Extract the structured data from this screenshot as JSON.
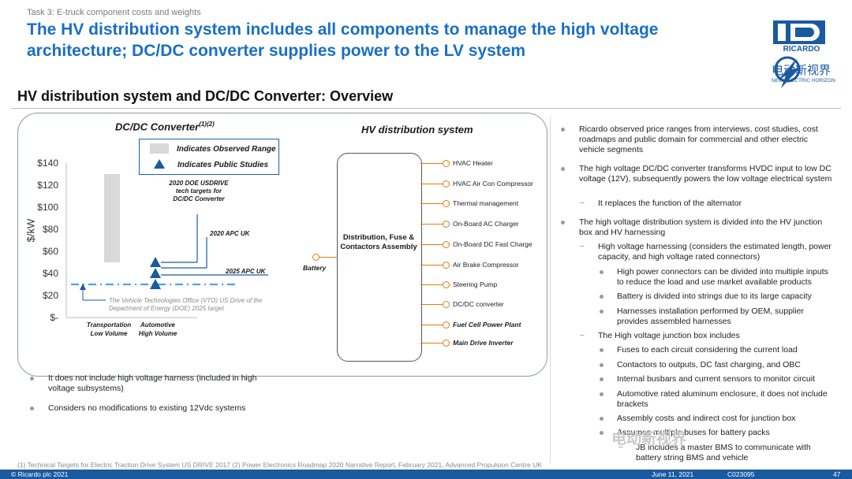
{
  "header": {
    "task": "Task 3: E-truck component costs and weights",
    "title": "The HV distribution system includes all components to manage the high voltage architecture; DC/DC converter supplies power to the LV system"
  },
  "logo": {
    "brand": "RICARDO",
    "chinese": "电动新视界",
    "sub": "NEW ELECTRIC HORIZON"
  },
  "section_title": "HV distribution system and DC/DC Converter: Overview",
  "dcdc": {
    "title": "DC/DC Converter",
    "title_sup": "(1)(2)",
    "legend_range": "Indicates Observed Range",
    "legend_studies": "Indicates Public Studies",
    "y_axis_label": "$/kW",
    "ann_doe": "2020 DOE USDRIVE tech targets for DC/DC Converter",
    "ann_apc2020": "2020 APC UK",
    "ann_apc2025": "2025 APC UK",
    "vto_note": "The Vehicle Technologies Office (VTO) US Drive of the Department of Energy (DOE) 2025 target",
    "notes": [
      "It does not include high voltage harness (included in high voltage subsystems)",
      "Considers no modifications to existing 12Vdc systems"
    ]
  },
  "chart_data": {
    "type": "scatter",
    "categories": [
      "Transportation Low Volume",
      "Automotive High Volume"
    ],
    "ylabel": "$/kW",
    "yticks": [
      "$140",
      "$120",
      "$100",
      "$80",
      "$60",
      "$40",
      "$20",
      "$-"
    ],
    "ylim": [
      0,
      140
    ],
    "observed_range": {
      "category": "Transportation Low Volume",
      "low": 50,
      "high": 130
    },
    "public_studies": [
      {
        "label": "2020 DOE USDRIVE tech targets for DC/DC Converter",
        "value": 50
      },
      {
        "label": "2020 APC UK",
        "value": 40
      },
      {
        "label": "2025 APC UK",
        "value": 30
      }
    ],
    "reference_line": {
      "label": "The Vehicle Technologies Office (VTO) US Drive of the Department of Energy (DOE) 2025 target",
      "value": 30,
      "color": "#4fa3e0"
    },
    "colors": {
      "range": "#d9d9d9",
      "marker": "#1a5aa0"
    }
  },
  "hv": {
    "title": "HV distribution system",
    "box_label": "Distribution, Fuse & Contactors Assembly",
    "battery": "Battery",
    "branches": [
      "HVAC Heater",
      "HVAC Air Con Compressor",
      "Thermal management",
      "On-Board AC Charger",
      "On-Board DC Fast Charge",
      "Air Brake Compressor",
      "Steering Pump",
      "DC/DC converter",
      "Fuel Cell Power Plant",
      "Main Drive Inverter"
    ],
    "line_color": "#e07d10"
  },
  "right": {
    "b1": "Ricardo observed price ranges from interviews, cost studies, cost roadmaps and public domain for commercial and other electric vehicle segments",
    "b2": "The high voltage DC/DC converter transforms HVDC input to low DC voltage (12V), subsequently powers the low voltage electrical system",
    "b2_sub": "It replaces the function of the alternator",
    "b3": "The high voltage distribution system is divided into the HV junction box and HV harnessing",
    "b3_sub1": "High voltage harnessing (considers the estimated length, power capacity, and high voltage rated connectors)",
    "b3_sub1_items": [
      "High power connectors can be divided into multiple inputs to reduce the load and use market available products",
      "Battery is divided into strings due to its large capacity",
      "Harnesses installation performed by OEM, supplier provides assembled harnesses"
    ],
    "b3_sub2": "The High voltage junction box includes",
    "b3_sub2_items": [
      "Fuses to each circuit considering the current load",
      "Contactors to outputs, DC fast charging, and OBC",
      "Internal busbars and current sensors to monitor circuit",
      "Automotive rated aluminum enclosure, it does not include brackets",
      "Assembly costs and indirect cost for junction box",
      "Assumes multiple buses for battery packs"
    ],
    "b3_sub2_leaf": "JB includes a master BMS to communicate with battery string BMS and vehicle"
  },
  "footnote": "(1)  Technical Targets for Electric Traction Drive System US DRIVE 2017 (2) Power Electronics Roadmap 2020 Narrative Report, February 2021, Advanced Propulsion Centre UK",
  "footer": {
    "copyright": "© Ricardo plc 2021",
    "date": "June 11,  2021",
    "code": "C023095",
    "page": "47"
  },
  "watermark": "电动新视界"
}
